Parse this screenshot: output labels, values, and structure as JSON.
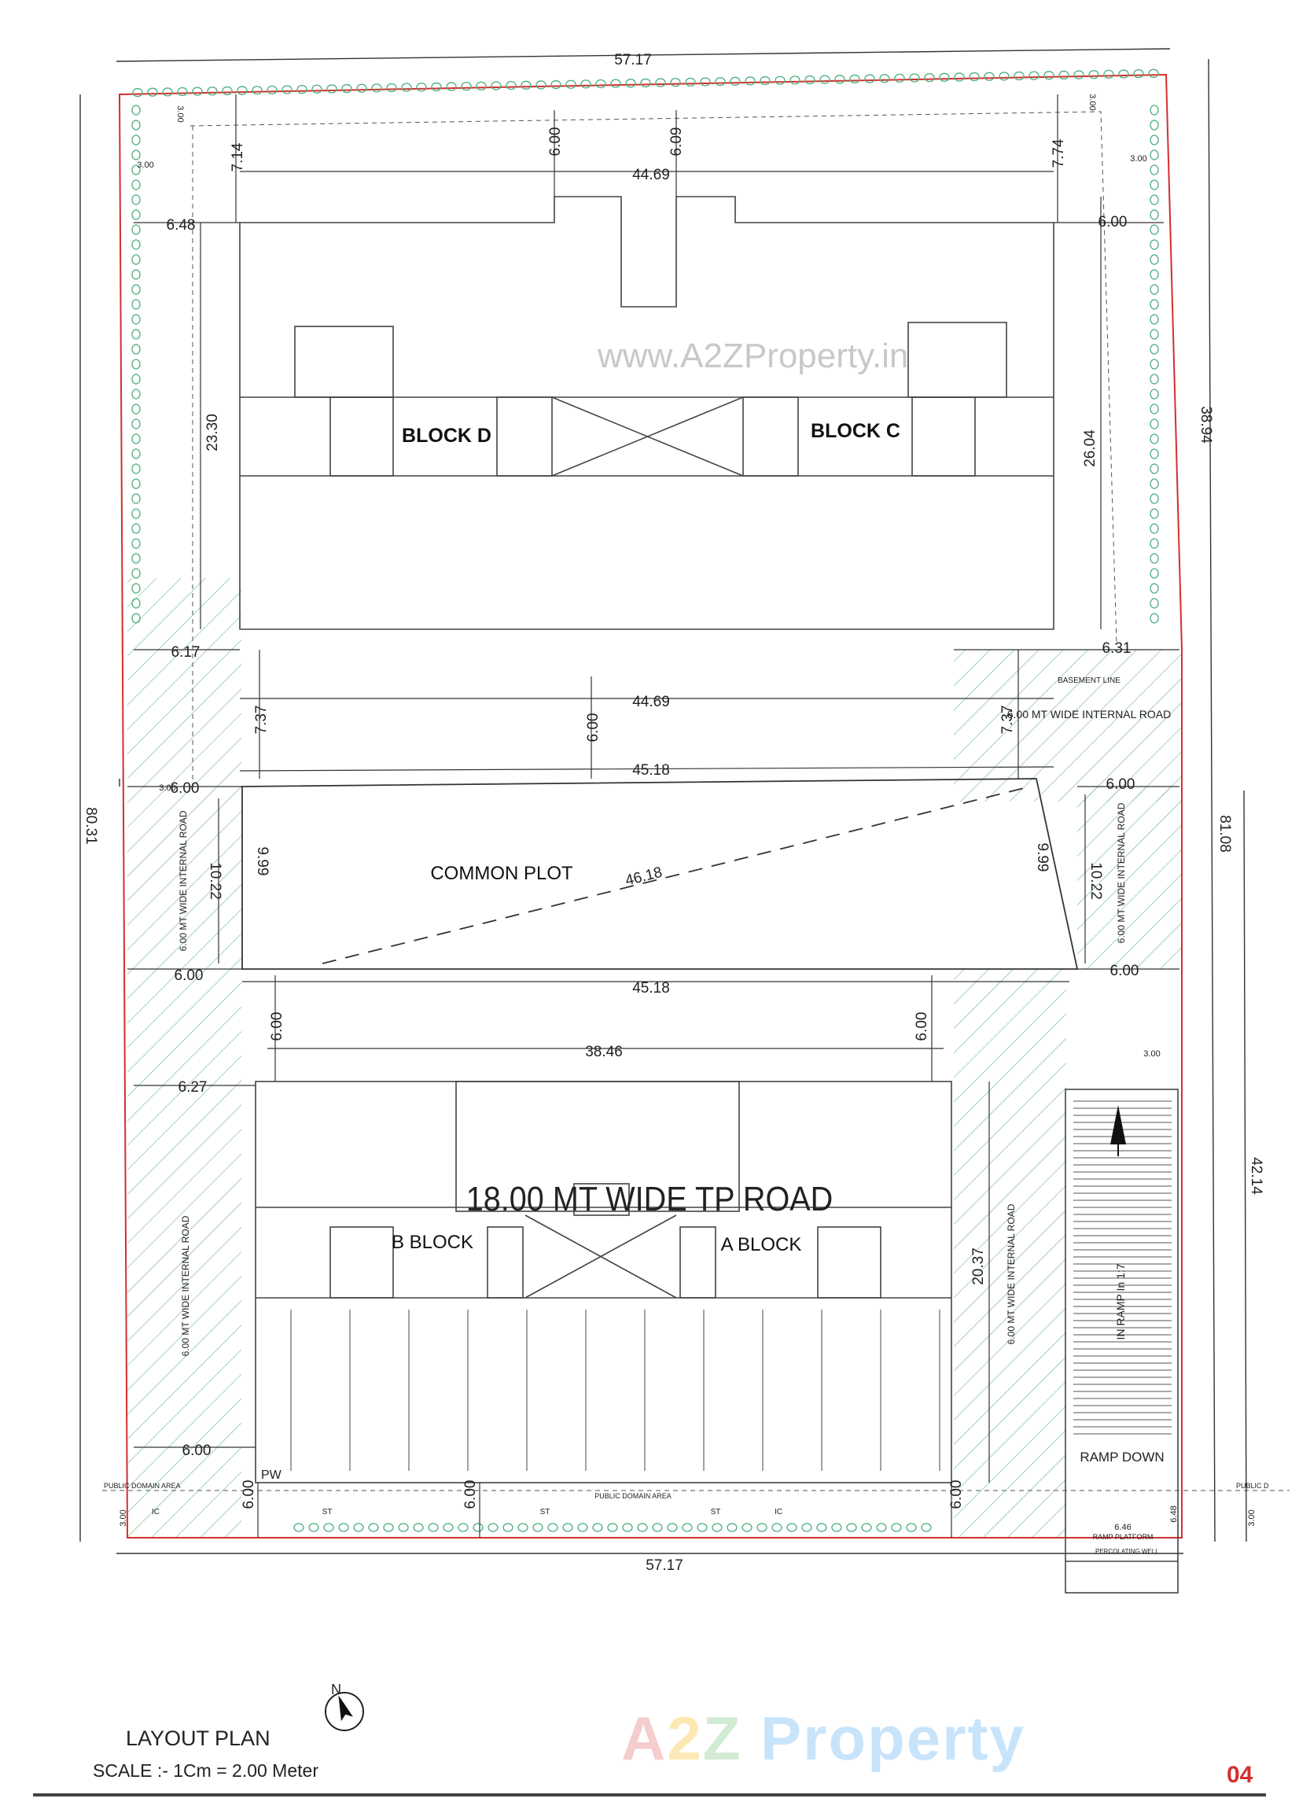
{
  "dimensions": {
    "top_width": "57.17",
    "bottom_width": "57.17",
    "left_length": "80.31",
    "right_length_1": "81.08",
    "right_length_upper": "38.94",
    "right_length_lower": "42.14",
    "block_cd_width_top": "44.69",
    "block_cd_width_bottom": "44.69",
    "common_top_width": "45.18",
    "common_bottom_width": "45.18",
    "common_diagonal": "46.18",
    "common_left_depth": "10.22",
    "common_right_depth": "10.22",
    "common_left_diag": "9.99",
    "common_right_diag": "9.99",
    "block_ab_width": "38.46",
    "margin_top_left": "7.14",
    "margin_top_right": "7.74",
    "margin_top_center_left": "6.00",
    "margin_top_center_right": "6.09",
    "margin_left_upper": "6.48",
    "margin_right_upper": "6.00",
    "depth_left_d": "23.30",
    "depth_right_c": "26.04",
    "margin_left_mid": "6.17",
    "margin_right_mid": "6.31",
    "road_gap_left": "7.37",
    "road_gap_right": "7.37",
    "road_gap_center": "6.00",
    "road_left_top": "6.00",
    "road_right_top": "6.00",
    "road_left_bottom": "6.00",
    "road_right_bottom": "6.00",
    "ab_gap_left": "6.00",
    "ab_gap_right": "6.00",
    "margin_left_lower": "6.27",
    "depth_a_right": "20.37",
    "margin_left_bottom": "6.00",
    "front_left": "6.00",
    "front_center": "6.00",
    "front_right": "6.00",
    "ramp_width": "6.46",
    "ramp_side": "6.48",
    "setback_3": "3.00"
  },
  "labels": {
    "block_d": "BLOCK D",
    "block_c": "BLOCK C",
    "block_b": "B BLOCK",
    "block_a": "A BLOCK",
    "common_plot": "COMMON PLOT",
    "internal_road_top_right": "6.00 MT  WIDE INTERNAL ROAD",
    "internal_road_left_upper": "6.00 MT WIDE INTERNAL ROAD",
    "internal_road_right_upper": "6.00 MT WIDE INTERNAL ROAD",
    "internal_road_left_lower": "6.00 MT WIDE INTERNAL ROAD",
    "internal_road_right_lower": "6.00 MT WIDE INTERNAL ROAD",
    "basement_line": "BASEMENT LINE",
    "in_ramp": "IN RAMP In 1:7",
    "ramp_down": "RAMP DOWN",
    "ramp_platform": "RAMP PLATFORM",
    "public_domain_area": "PUBLIC DOMAIN AREA",
    "public_domain_area_right": "PUBLIC D",
    "percolating_well": "PERCOLATING WELL",
    "pw": "PW",
    "st": "ST",
    "ic": "IC"
  },
  "road_title": "18.00 MT WIDE TP ROAD",
  "plan_title": "LAYOUT PLAN",
  "plan_scale": "SCALE :- 1Cm = 2.00 Meter",
  "page_number": "04",
  "north_label": "N",
  "watermark": "www.A2ZProperty.in",
  "logo": {
    "p1": "A",
    "p2": "2",
    "p3": "Z",
    "p4": " Property"
  },
  "colors": {
    "boundary": "#d32f2f",
    "hatch": "#7fbf8f",
    "tree": "#4caf7d",
    "line": "#333333"
  }
}
